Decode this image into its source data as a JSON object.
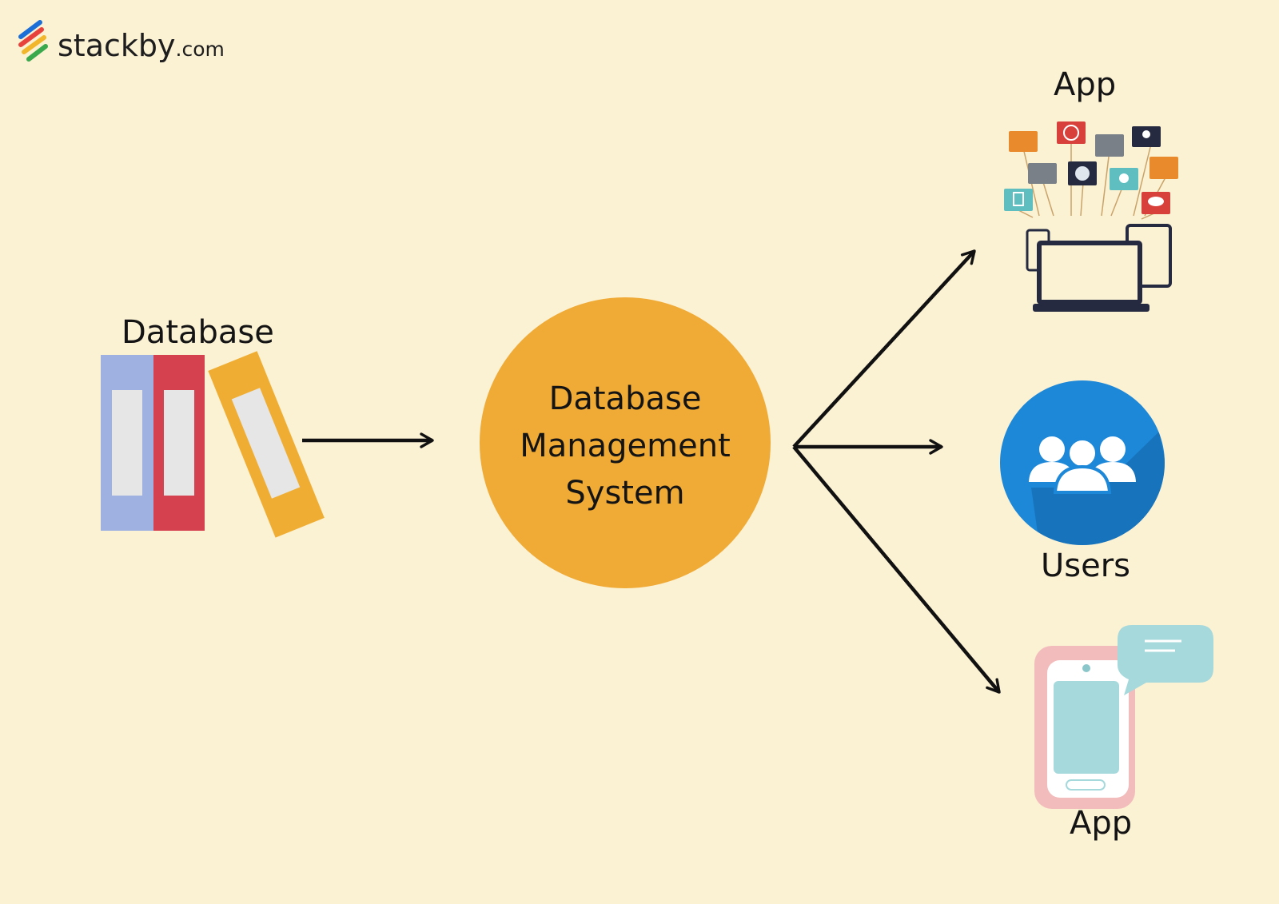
{
  "brand": {
    "name": "stackby",
    "suffix": ".com"
  },
  "left": {
    "label": "Database"
  },
  "center": {
    "lines": [
      "Database",
      "Management",
      "System"
    ]
  },
  "right": {
    "top_label": "App",
    "middle_label": "Users",
    "bottom_label": "App"
  },
  "colors": {
    "background": "#fbf1d3",
    "circle": "#f0aa36",
    "book_blue": "#9fb1e0",
    "book_red": "#d5414e",
    "book_yellow": "#efae33",
    "users_blue": "#1d87d8",
    "phone_pink": "#f3bcbc",
    "phone_screen": "#a6d9dc"
  },
  "icons": [
    "stackby-logo-icon",
    "binders-icon",
    "app-notifications-devices-icon",
    "users-group-icon",
    "smartphone-chat-icon"
  ]
}
